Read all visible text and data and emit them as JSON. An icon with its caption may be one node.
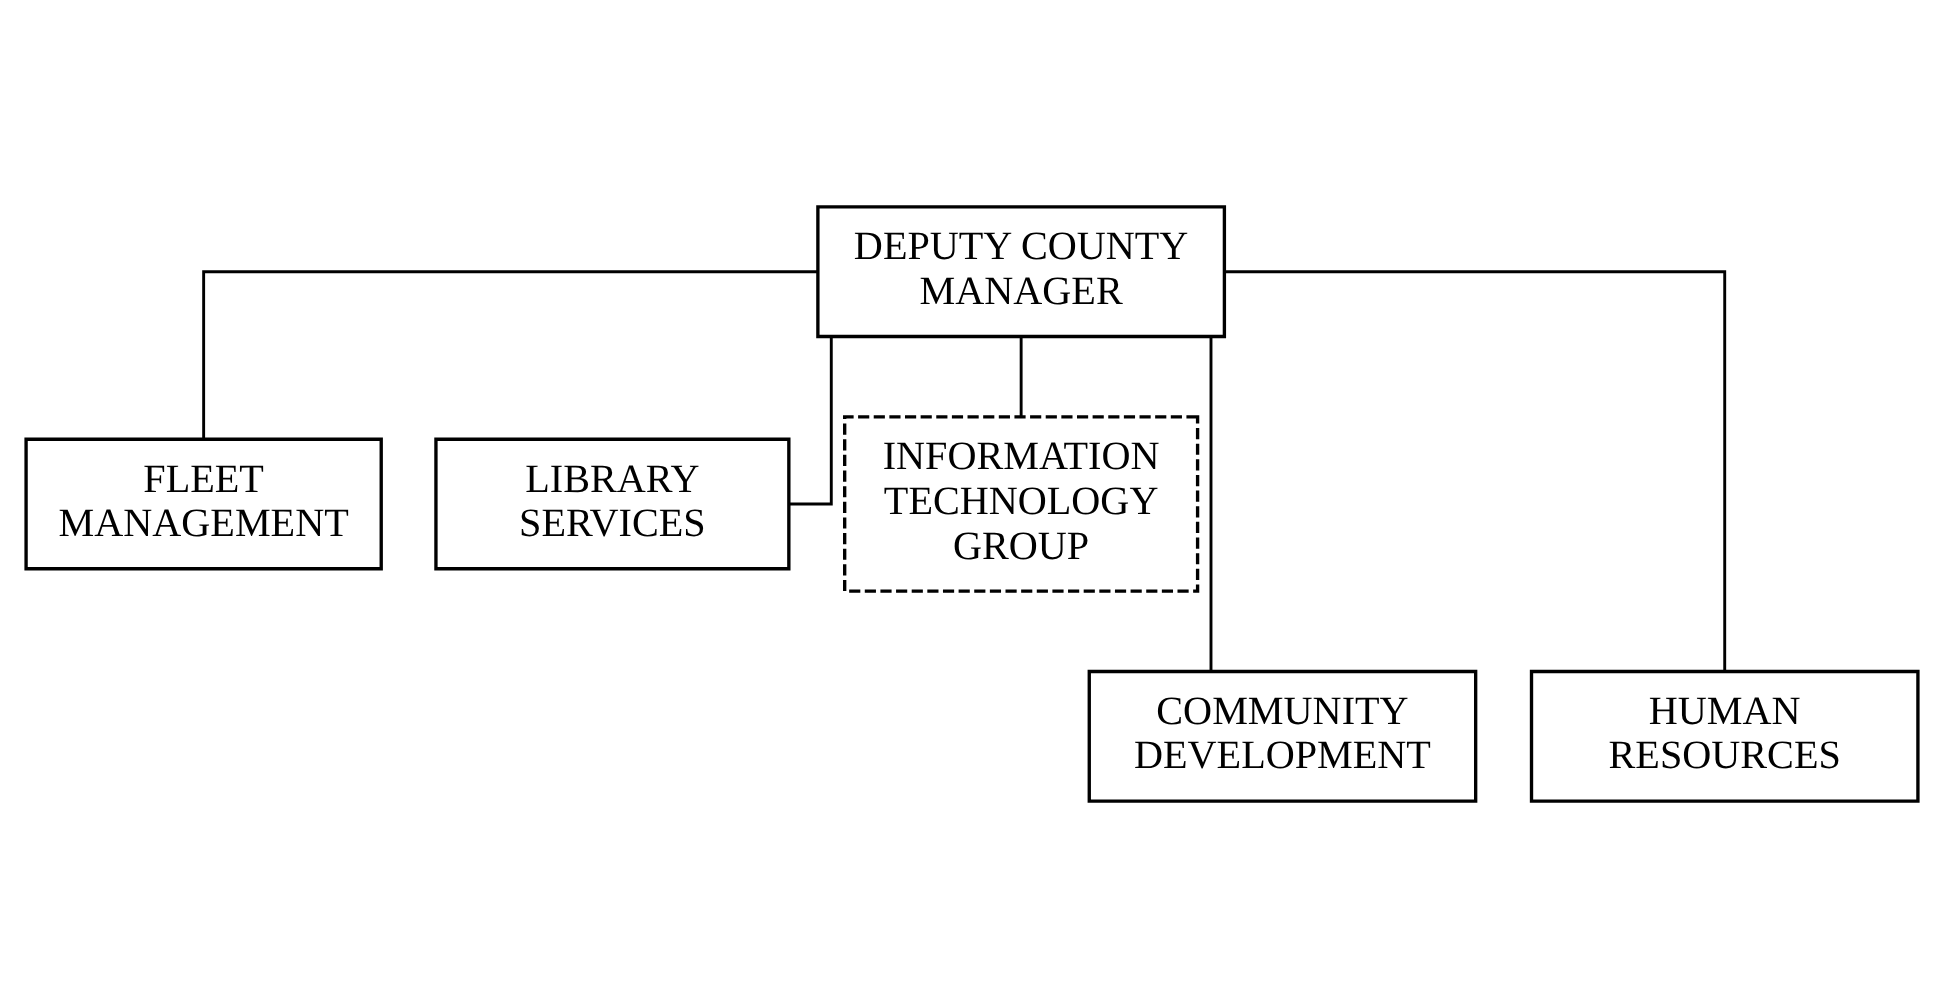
{
  "diagram": {
    "nodes": [
      {
        "text": [
          "DEPUTY COUNTY MANAGER"
        ]
      },
      {
        "text": [
          "FLEET MANAGEMENT"
        ]
      },
      {
        "text": [
          "LIBRARY SERVICES"
        ]
      },
      {
        "text": [
          "INFORMATION TECHNOLOGY GROUP"
        ]
      },
      {
        "text": [
          "COMMUNITY DEVELOPMENT"
        ]
      },
      {
        "text": [
          "HUMAN RESOURCES"
        ]
      }
    ],
    "edges": [
      {
        "from": 0,
        "to": 1,
        "arrow": "none"
      },
      {
        "from": 0,
        "to": 4,
        "arrow": "none"
      },
      {
        "from": 0,
        "to": 2,
        "arrow": "none"
      },
      {
        "from": 0,
        "to": 5,
        "arrow": "none"
      },
      {
        "from": 0,
        "to": 3,
        "arrow": "none"
      }
    ]
  }
}
